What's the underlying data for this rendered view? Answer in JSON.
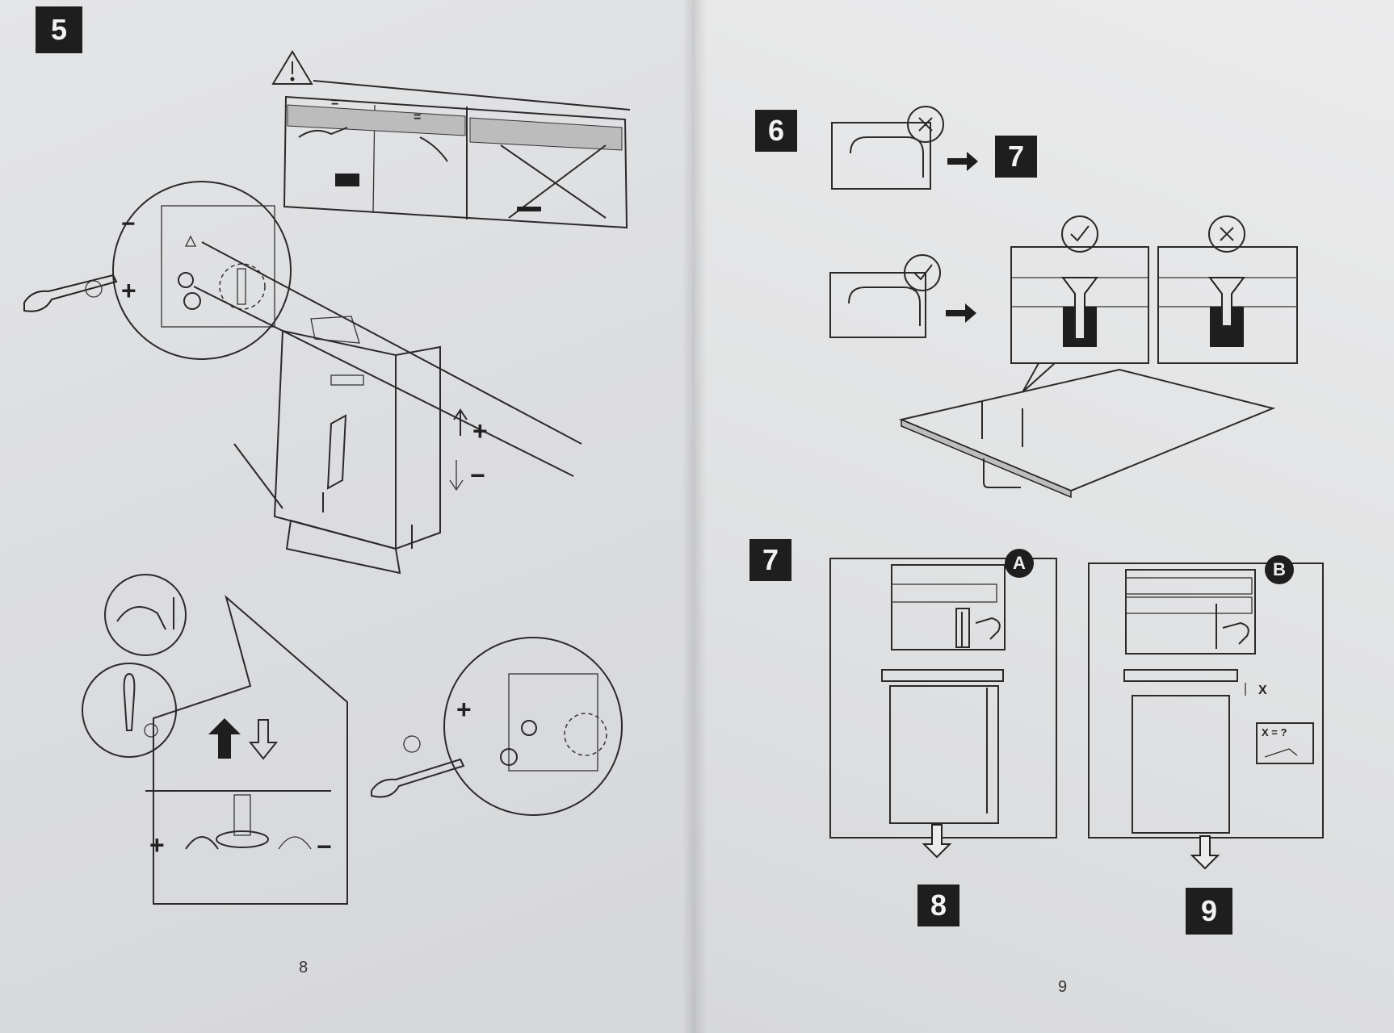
{
  "left_page": {
    "step_number": "5",
    "page_number": "8",
    "symbols": {
      "warning": "warning-triangle-icon",
      "plus": "+",
      "minus": "−",
      "equals": "="
    }
  },
  "right_page": {
    "step6": {
      "number": "6",
      "next_step": "7"
    },
    "step7": {
      "number": "7",
      "option_a": {
        "badge": "A",
        "next_step": "8"
      },
      "option_b": {
        "badge": "B",
        "next_step": "9",
        "gap_label": "X",
        "gap_formula": "X = ?"
      }
    },
    "page_number": "9"
  }
}
